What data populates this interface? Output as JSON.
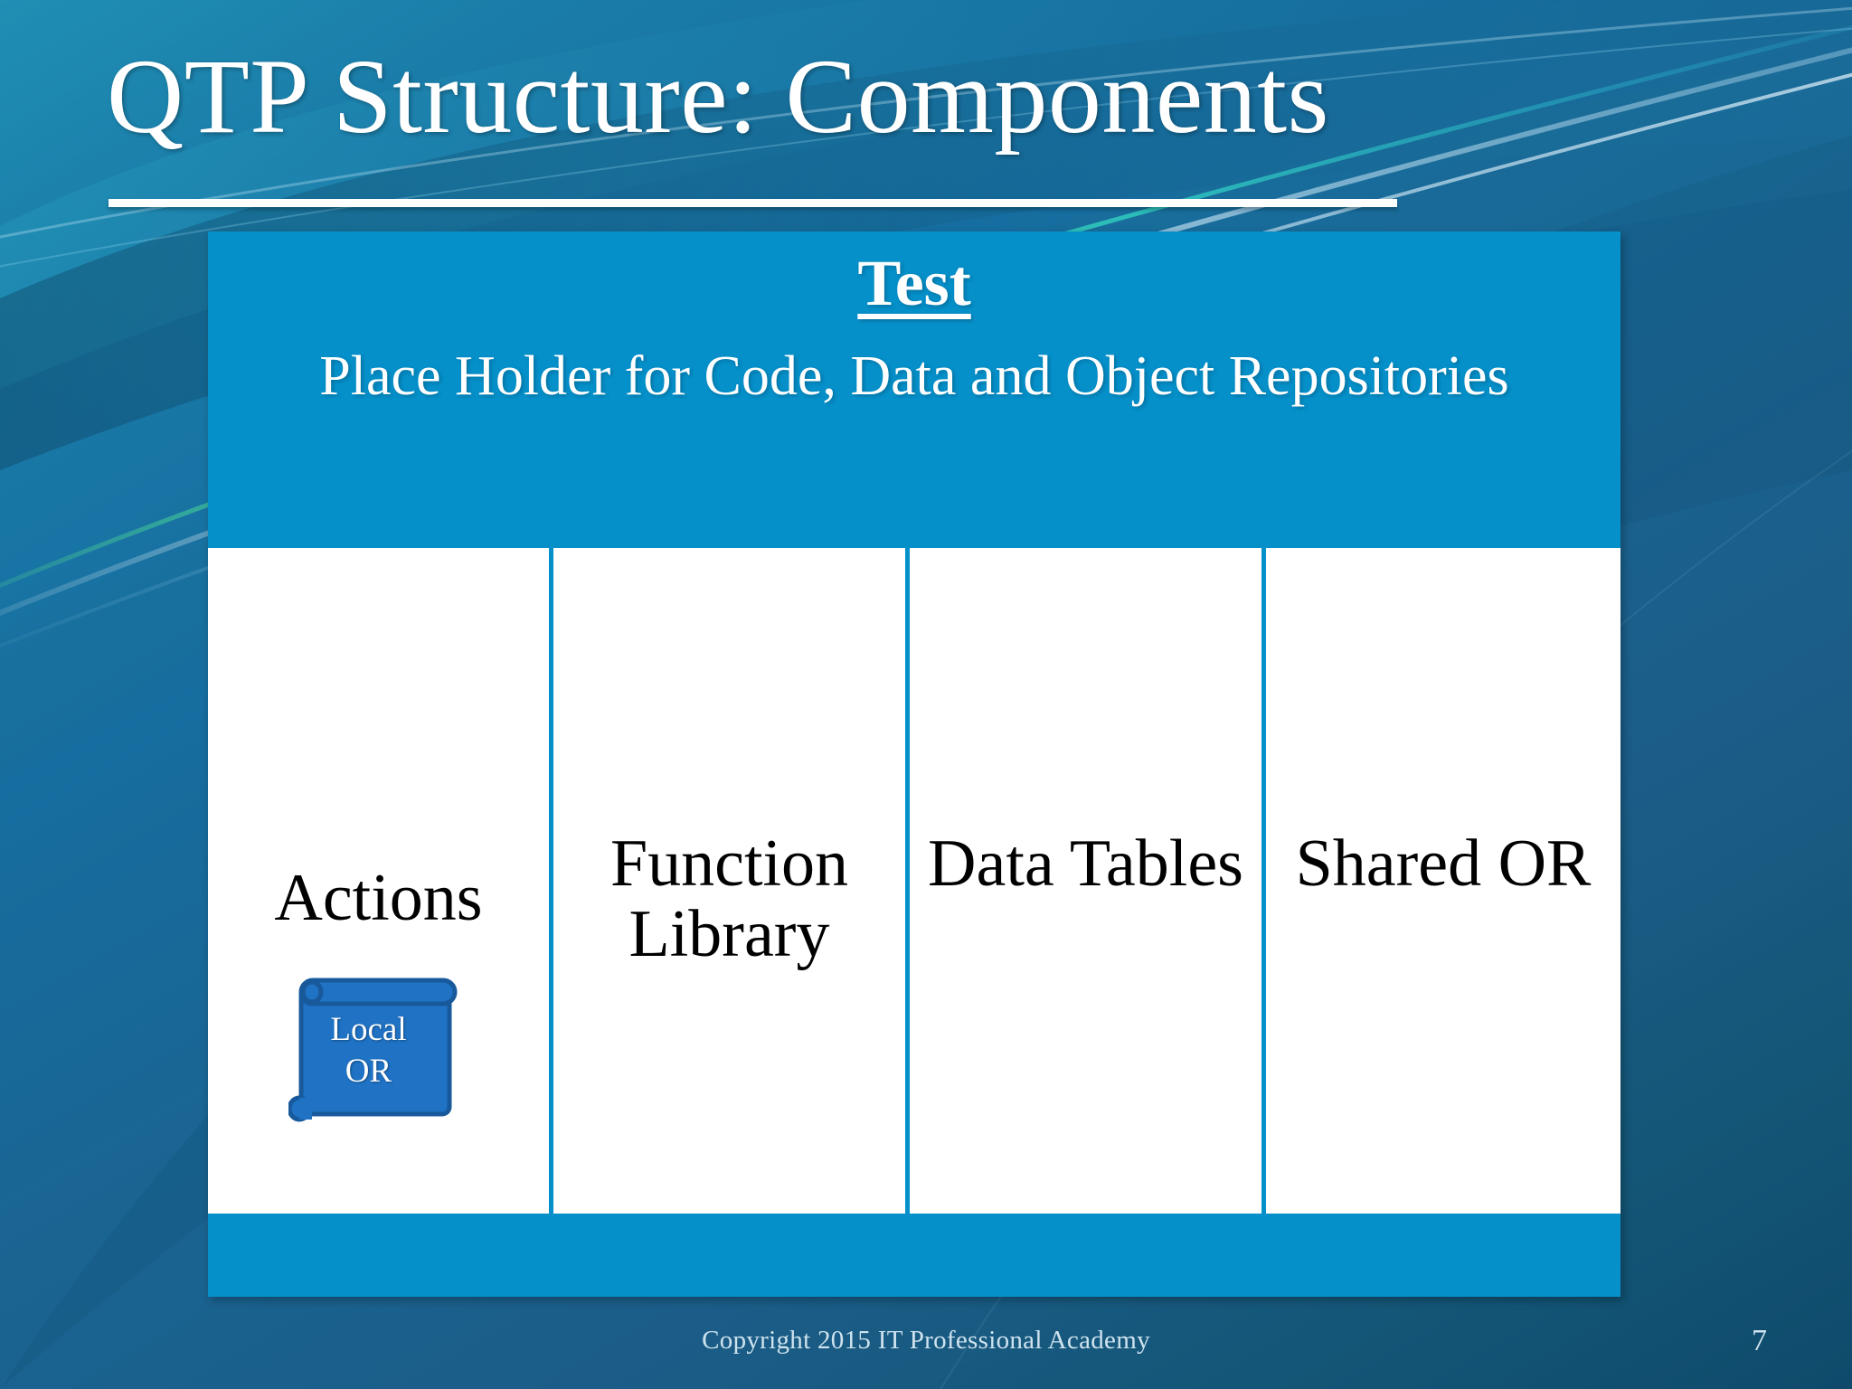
{
  "slide": {
    "title": "QTP Structure: Components",
    "page_number": "7",
    "copyright": "Copyright 2015 IT Professional Academy",
    "colors": {
      "accent_blue": "#0590CA",
      "scroll_blue": "#1F72C4",
      "scroll_outline": "#18599C",
      "background_top": "#1F8FB4",
      "background_bottom": "#0F4A6B",
      "text_white": "#FFFFFF",
      "text_black": "#000000",
      "footer_text": "#CFE3EF"
    }
  },
  "diagram": {
    "header": {
      "title": "Test",
      "description": "Place Holder for Code, Data and Object Repositories"
    },
    "columns": [
      {
        "label": "Actions",
        "badge": {
          "line1": "Local",
          "line2": "OR",
          "icon": "scroll-icon"
        }
      },
      {
        "label": "Function Library"
      },
      {
        "label": "Data Tables"
      },
      {
        "label": "Shared OR"
      }
    ]
  }
}
